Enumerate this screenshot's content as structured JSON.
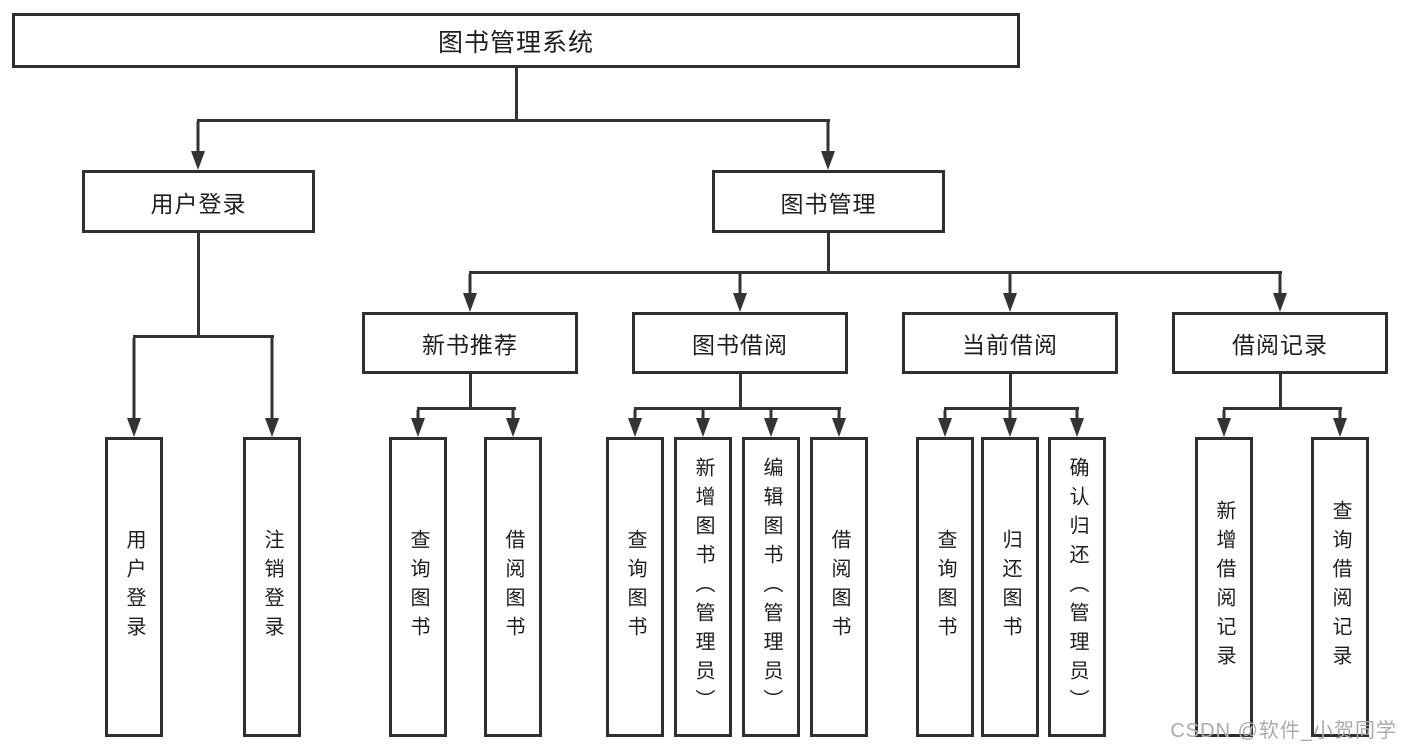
{
  "diagram": {
    "root": {
      "label": "图书管理系统"
    },
    "level2": [
      {
        "label": "用户登录"
      },
      {
        "label": "图书管理"
      }
    ],
    "level3": [
      {
        "label": "新书推荐"
      },
      {
        "label": "图书借阅"
      },
      {
        "label": "当前借阅"
      },
      {
        "label": "借阅记录"
      }
    ],
    "leaves": {
      "a": [
        {
          "label": "用户登录"
        },
        {
          "label": "注销登录"
        }
      ],
      "b": [
        {
          "label": "查询图书"
        },
        {
          "label": "借阅图书"
        }
      ],
      "c": [
        {
          "label": "查询图书"
        },
        {
          "label": "新增图书（管理员）"
        },
        {
          "label": "编辑图书（管理员）"
        },
        {
          "label": "借阅图书"
        }
      ],
      "d": [
        {
          "label": "查询图书"
        },
        {
          "label": "归还图书"
        },
        {
          "label": "确认归还（管理员）"
        }
      ],
      "e": [
        {
          "label": "新增借阅记录"
        },
        {
          "label": "查询借阅记录"
        }
      ]
    }
  },
  "watermark": {
    "text": "CSDN @软件_小贺同学"
  },
  "colors": {
    "line": "#333333",
    "border": "#2f2f2f",
    "text": "#1e1e1e",
    "watermark": "#ababab",
    "background": "#ffffff"
  }
}
